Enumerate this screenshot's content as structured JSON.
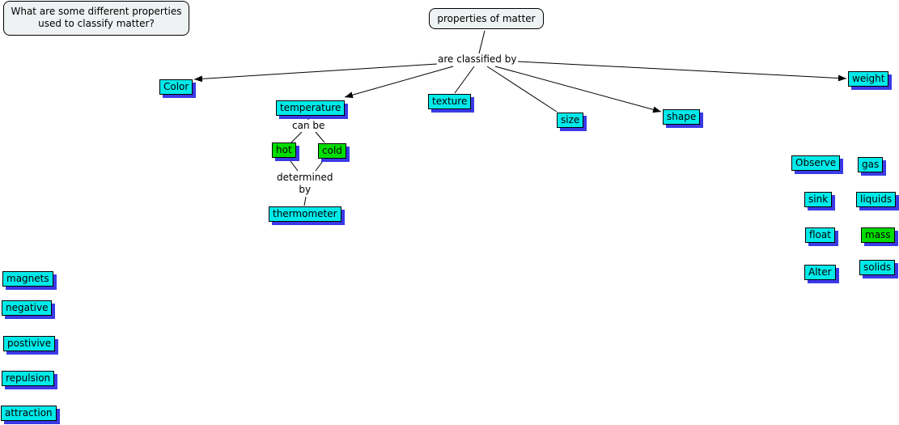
{
  "question": "What are some different properties used to classify matter?",
  "root": "properties of matter",
  "link_labels": {
    "classified": "are classified by",
    "can_be": "can be",
    "determined": "determined\nby"
  },
  "nodes": {
    "color": "Color",
    "temperature": "temperature",
    "texture": "texture",
    "size": "size",
    "shape": "shape",
    "weight": "weight",
    "hot": "hot",
    "cold": "cold",
    "thermometer": "thermometer"
  },
  "right_column": {
    "observe": "Observe",
    "gas": "gas",
    "sink": "sink",
    "liquids": "liquids",
    "float": "float",
    "mass": "mass",
    "alter": "Alter",
    "solids": "solids"
  },
  "left_column": {
    "magnets": "magnets",
    "negative": "negative",
    "postivive": "postivive",
    "repulsion": "repulsion",
    "attraction": "attraction"
  },
  "colors": {
    "concept_fill": "#00eaea",
    "highlight_fill": "#00dc00",
    "shadow": "#3a3ae6",
    "rounded_fill": "#eef2f3"
  }
}
